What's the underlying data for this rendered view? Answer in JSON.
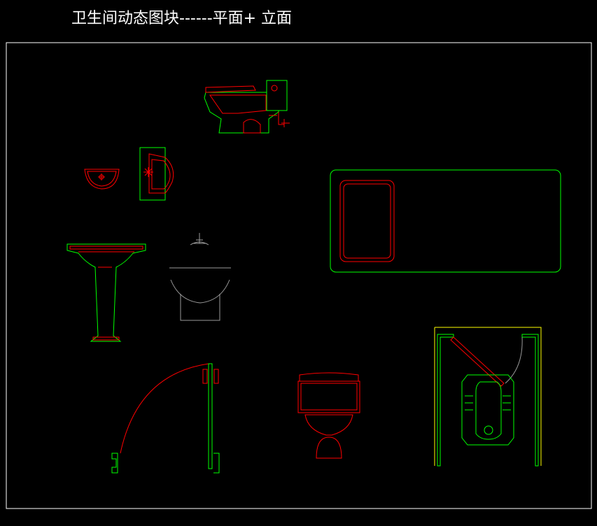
{
  "title": "卫生间动态图块------平面+ 立面",
  "colors": {
    "background": "#000000",
    "frame": "#ffffff",
    "green": "#00ff00",
    "red": "#ff0000",
    "yellow": "#ffff00",
    "gray": "#9a9a9a"
  },
  "blocks": [
    "toilet-side-elevation",
    "sink-basin-plan",
    "urinal-side-elevation",
    "pedestal-basin-front-elevation",
    "wall-basin-section",
    "bathtub-plan",
    "swing-door-plan",
    "toilet-front-elevation",
    "squat-toilet-stall-plan"
  ]
}
